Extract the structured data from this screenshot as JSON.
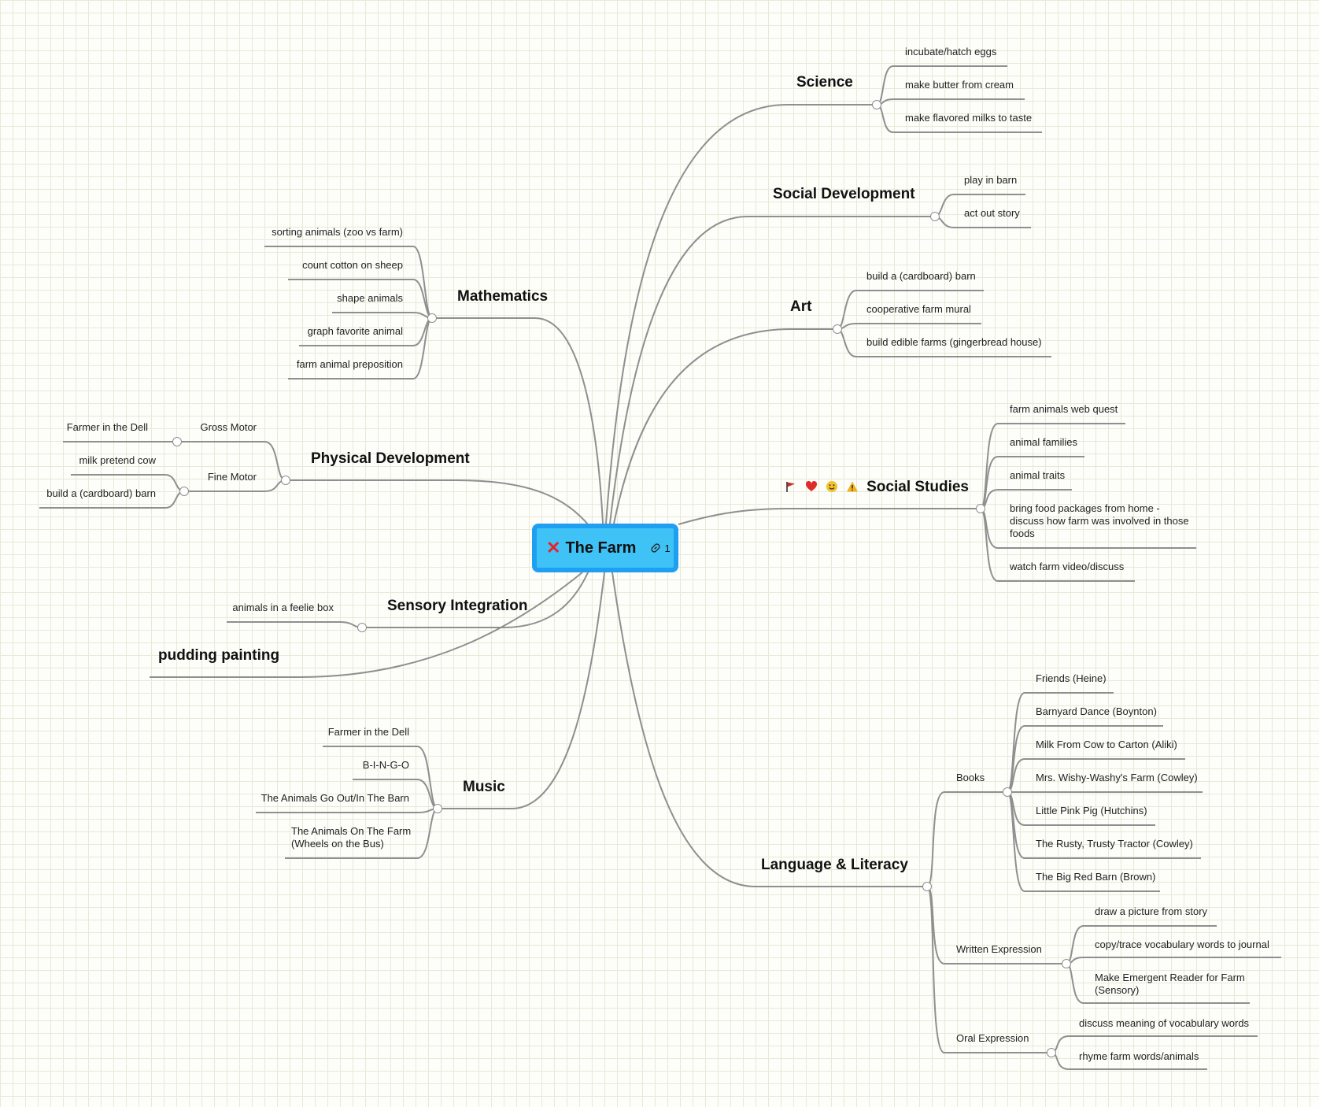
{
  "central": {
    "title": "The Farm",
    "link_count": "1"
  },
  "branches": {
    "science": {
      "label": "Science",
      "items": [
        "incubate/hatch eggs",
        "make butter from cream",
        "make flavored milks to taste"
      ]
    },
    "social_development": {
      "label": "Social Development",
      "items": [
        "play in barn",
        "act out story"
      ]
    },
    "art": {
      "label": "Art",
      "items": [
        "build a (cardboard) barn",
        "cooperative farm mural",
        "build edible farms (gingerbread house)"
      ]
    },
    "social_studies": {
      "label": "Social Studies",
      "markers": [
        "flag-icon",
        "heart-icon",
        "smiley-icon",
        "warning-icon"
      ],
      "items": [
        "farm animals web quest",
        "animal families",
        "animal traits",
        "bring food packages from home - discuss how farm was involved in those foods",
        "watch farm video/discuss"
      ]
    },
    "language_literacy": {
      "label": "Language & Literacy",
      "books": {
        "label": "Books",
        "items": [
          "Friends (Heine)",
          "Barnyard Dance (Boynton)",
          "Milk From Cow to Carton (Aliki)",
          "Mrs. Wishy-Washy's Farm (Cowley)",
          "Little Pink Pig (Hutchins)",
          "The Rusty, Trusty Tractor (Cowley)",
          "The Big Red Barn (Brown)"
        ]
      },
      "written": {
        "label": "Written Expression",
        "items": [
          "draw a picture from story",
          "copy/trace vocabulary words to journal",
          "Make Emergent Reader for Farm (Sensory)"
        ]
      },
      "oral": {
        "label": "Oral Expression",
        "items": [
          "discuss meaning of vocabulary words",
          "rhyme farm words/animals"
        ]
      }
    },
    "mathematics": {
      "label": "Mathematics",
      "items": [
        "sorting animals (zoo vs farm)",
        "count cotton on sheep",
        "shape animals",
        "graph favorite animal",
        "farm animal preposition"
      ]
    },
    "physical_development": {
      "label": "Physical Development",
      "gross": {
        "label": "Gross Motor",
        "items": [
          "Farmer in the Dell"
        ]
      },
      "fine": {
        "label": "Fine Motor",
        "items": [
          "milk pretend cow",
          "build a (cardboard) barn"
        ]
      }
    },
    "sensory_integration": {
      "label": "Sensory Integration",
      "items": [
        "animals in a feelie box"
      ]
    },
    "pudding_painting": {
      "label": "pudding painting"
    },
    "music": {
      "label": "Music",
      "items": [
        "Farmer in the Dell",
        "B-I-N-G-O",
        "The Animals Go Out/In The Barn",
        "The Animals On The Farm (Wheels on the Bus)"
      ]
    }
  },
  "colors": {
    "central_fill": "#3fc3f7",
    "central_border": "#1e9ff2",
    "line": "#8f8f8f",
    "close_icon": "#e8222a"
  }
}
